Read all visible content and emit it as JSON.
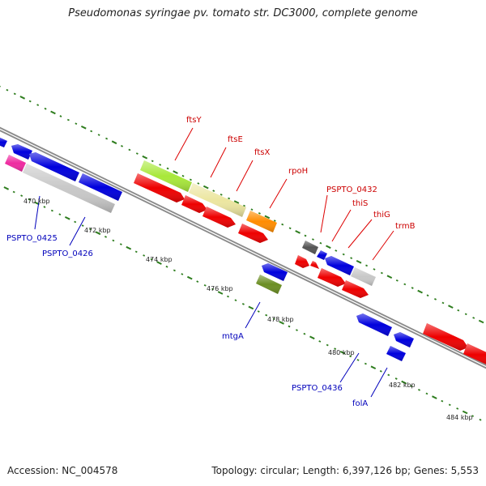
{
  "title": "Pseudomonas syringae pv. tomato str. DC3000, complete genome",
  "footer": {
    "accession": "Accession: NC_004578",
    "topology": "Topology: circular; Length: 6,397,126 bp; Genes: 5,553"
  },
  "kbp_ticks": [
    "470 kbp",
    "472 kbp",
    "474 kbp",
    "476 kbp",
    "478 kbp",
    "480 kbp",
    "482 kbp",
    "484 kbp"
  ],
  "gene_labels": {
    "red": [
      "ftsY",
      "ftsE",
      "ftsX",
      "rpoH",
      "PSPTO_0432",
      "thiS",
      "thiG",
      "trmB"
    ],
    "blue": [
      "PSPTO_0425",
      "PSPTO_0426",
      "mtgA",
      "PSPTO_0436",
      "folA"
    ]
  },
  "colors": {
    "forward": "#ee0000",
    "reverse": "#0000dd",
    "backbone": "#8a8a8a",
    "tick": "#2e7d1e",
    "ftsY": "#a8e83a",
    "ftsE": "#ece6a0",
    "rpoH": "#ff8c00",
    "pseudo": "#c8c8c8",
    "magenta": "#ee2aa0",
    "mtgA": "#6b8e23",
    "dark": "#555555"
  }
}
